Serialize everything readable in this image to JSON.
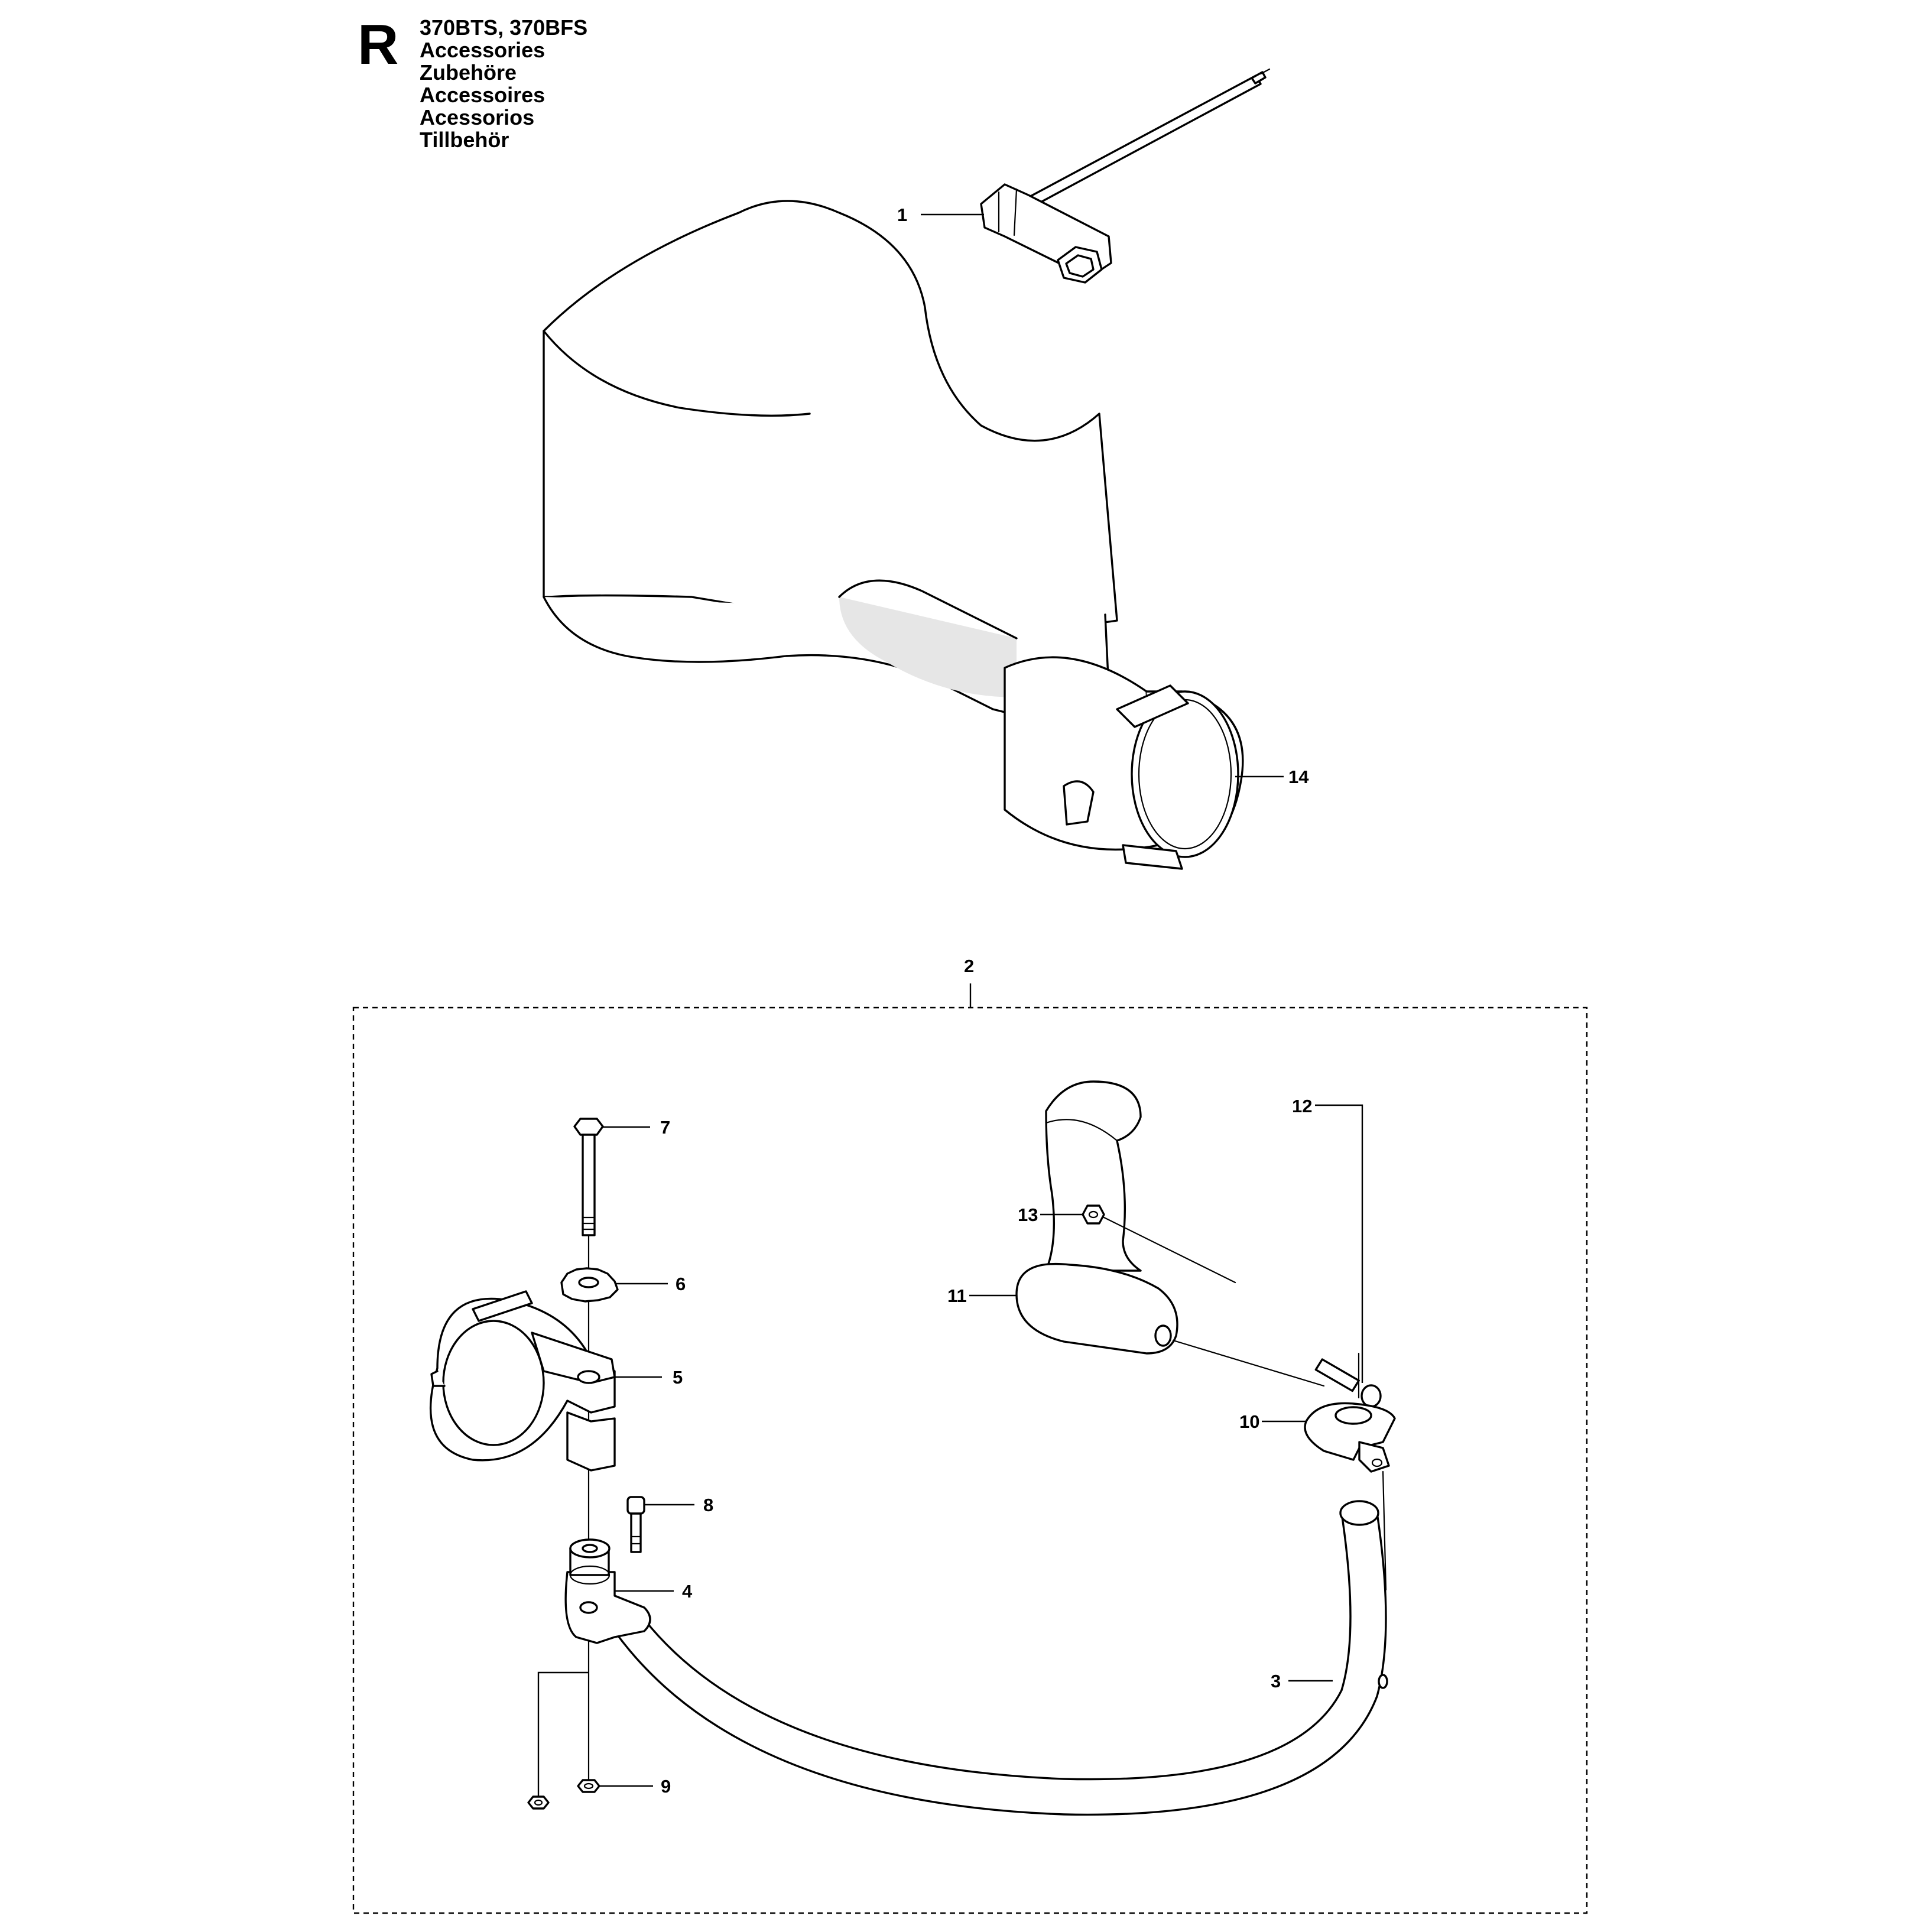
{
  "header": {
    "section_letter": "R",
    "models": "370BTS, 370BFS",
    "titles": [
      "Accessories",
      "Zubehöre",
      "Accessoires",
      "Acessorios",
      "Tillbehör"
    ]
  },
  "callouts": {
    "p1": "1",
    "p2": "2",
    "p3": "3",
    "p4": "4",
    "p5": "5",
    "p6": "6",
    "p7": "7",
    "p8": "8",
    "p9": "9",
    "p10": "10",
    "p11": "11",
    "p12": "12",
    "p13": "13",
    "p14": "14"
  }
}
